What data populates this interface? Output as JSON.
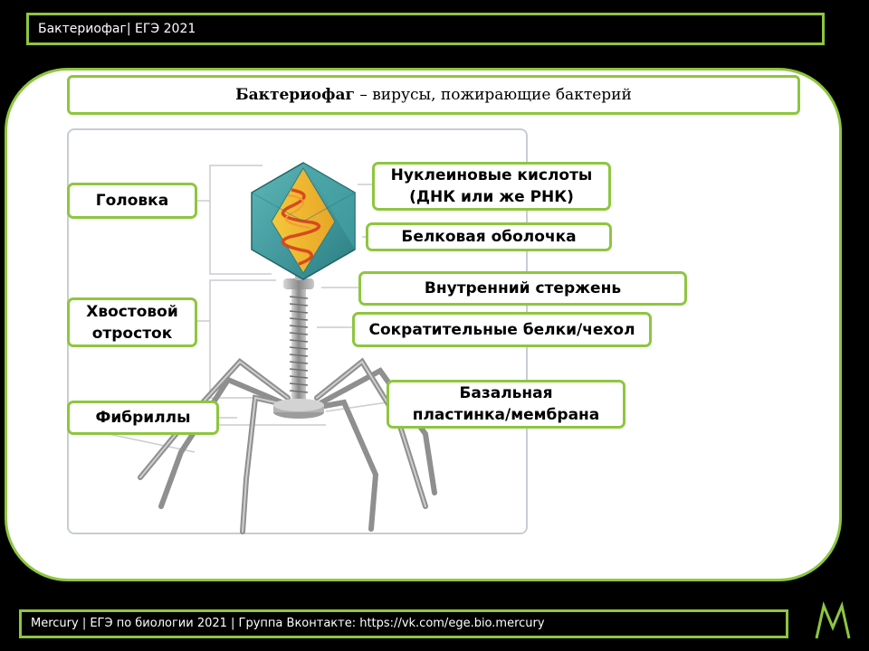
{
  "header": {
    "text": "Бактериофаг| ЕГЭ 2021"
  },
  "title": {
    "bold": "Бактериофаг",
    "rest": " – вирусы, пожирающие бактерий"
  },
  "labels": {
    "head": "Головка",
    "tail_line1": "Хвостовой",
    "tail_line2": "отросток",
    "fibrils": "Фибриллы",
    "nucleic_line1": "Нуклеиновые кислоты",
    "nucleic_line2": "(ДНК или же РНК)",
    "protein_coat": "Белковая оболочка",
    "inner_rod": "Внутренний стержень",
    "contractile": "Сократительные белки/чехол",
    "basal_line1": "Базальная",
    "basal_line2": "пластинка/мембрана"
  },
  "footer": {
    "text": "Mercury | ЕГЭ по биологии 2021 | Группа Вконтакте: https://vk.com/ege.bio.mercury"
  },
  "colors": {
    "accent": "#8ec63f",
    "capsid": "#3a9a9e",
    "rod": "#a9a9a9",
    "dna": "#e8722a"
  },
  "icons": {
    "logo": "mercury-m-logo"
  }
}
